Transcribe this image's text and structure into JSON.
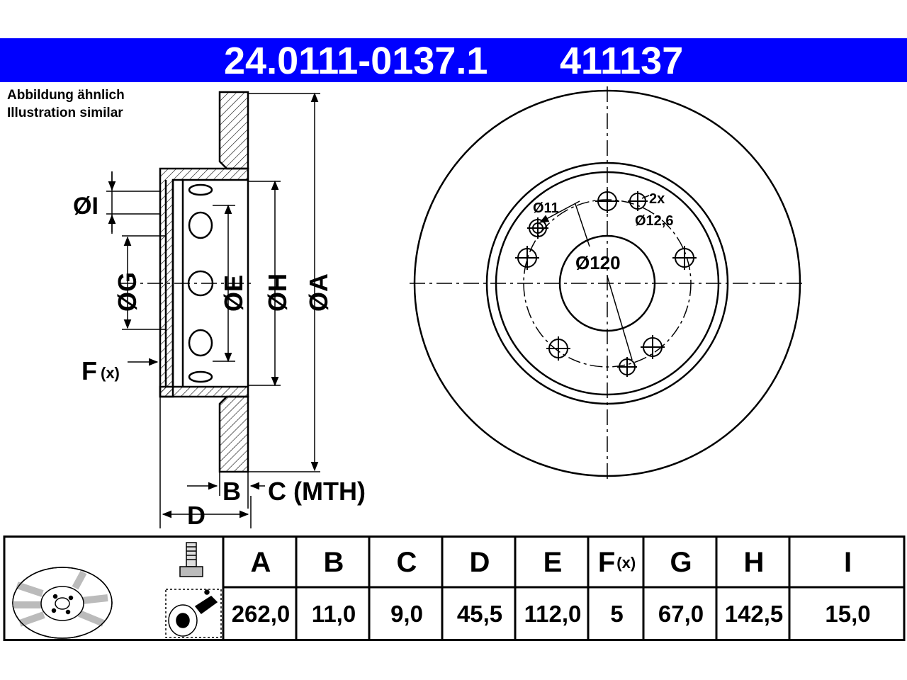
{
  "header": {
    "part_number": "24.0111-0137.1",
    "ref_number": "411137",
    "bar_color": "#0000ff"
  },
  "notes": {
    "de": "Abbildung ähnlich",
    "en": "Illustration similar"
  },
  "section_view": {
    "labels": {
      "I": "ØI",
      "G": "ØG",
      "E": "ØE",
      "H": "ØH",
      "A": "ØA",
      "F": "F",
      "F_sub": "(x)",
      "B": "B",
      "C": "C (MTH)",
      "D": "D"
    }
  },
  "front_view": {
    "labels": {
      "bolt_hole": "Ø11",
      "twice": "2x",
      "hole_alt": "Ø12,6",
      "pcd": "Ø120"
    }
  },
  "spec_table": {
    "columns": [
      {
        "key": "A",
        "label": "A",
        "value": "262,0"
      },
      {
        "key": "B",
        "label": "B",
        "value": "11,0"
      },
      {
        "key": "C",
        "label": "C",
        "value": "9,0"
      },
      {
        "key": "D",
        "label": "D",
        "value": "45,5"
      },
      {
        "key": "E",
        "label": "E",
        "value": "112,0"
      },
      {
        "key": "F",
        "label": "F",
        "label_sub": "(x)",
        "value": "5"
      },
      {
        "key": "G",
        "label": "G",
        "value": "67,0"
      },
      {
        "key": "H",
        "label": "H",
        "value": "142,5"
      },
      {
        "key": "I",
        "label": "I",
        "value": "15,0"
      }
    ],
    "icons": [
      "brake-disc-icon",
      "wheel-bolt-icon",
      "hub-spray-icon"
    ]
  }
}
